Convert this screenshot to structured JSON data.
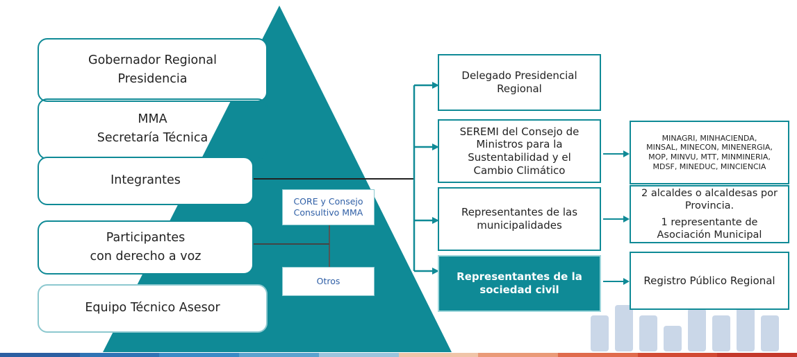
{
  "pyramid_levels": [
    {
      "label": "Gobernador Regional\nPresidencia"
    },
    {
      "label": "MMA\nSecretaría Técnica"
    },
    {
      "label": "Integrantes"
    },
    {
      "label": "Participantes\ncon derecho a voz"
    },
    {
      "label": "Equipo Técnico Asesor"
    }
  ],
  "tags": {
    "core": "CORE y Consejo\nConsultivo MMA",
    "otros": "Otros"
  },
  "members": [
    {
      "label": "Delegado Presidencial\nRegional"
    },
    {
      "label": "SEREMI del Consejo de\nMinistros para la\nSustentabilidad y el\nCambio Climático"
    },
    {
      "label": "Representantes de las\nmunicipalidades"
    },
    {
      "label": "Representantes de la\nsociedad civil"
    }
  ],
  "details": {
    "ministries": "MINAGRI, MINHACIENDA,\nMINSAL, MINECON, MINENERGIA,\nMOP, MINVU, MTT, MINMINERIA,\nMDSF, MINEDUC, MINCIENCIA",
    "alcaldes_line1": "2 alcaldes o alcaldesas por\nProvincia.",
    "alcaldes_line2": "1 representante de\nAsociación Municipal",
    "registro": "Registro Público Regional"
  },
  "colors": {
    "teal": "#0f8a96",
    "light_teal": "#8cc8cf",
    "tag_text": "#2f5fa6",
    "watermark": "#c5d3e6"
  },
  "bottom_bar_colors": [
    "#2c5fa2",
    "#2f74b5",
    "#3a8bc6",
    "#5aa3cf",
    "#9bc4dd",
    "#f0c4a8",
    "#ea9a78",
    "#e06b4c",
    "#d24a34",
    "#c4382b"
  ]
}
